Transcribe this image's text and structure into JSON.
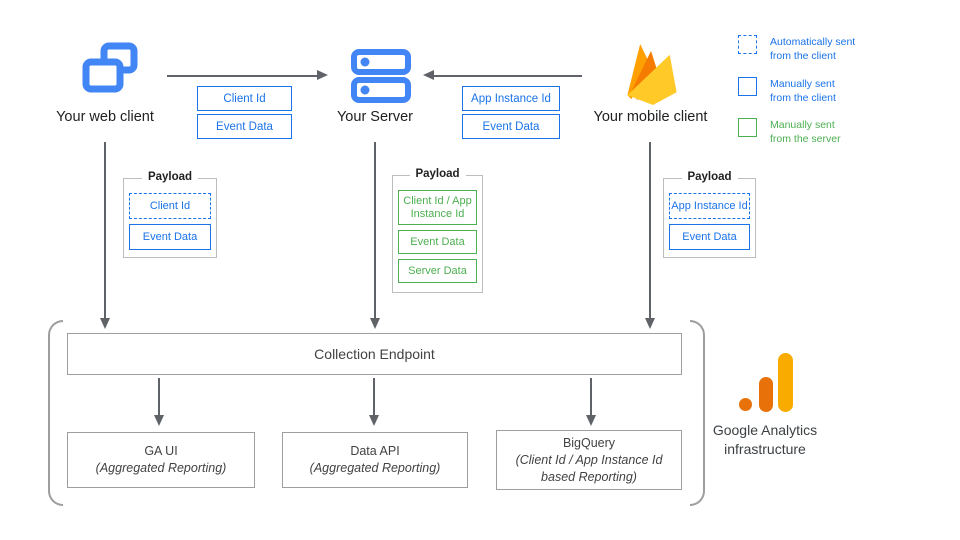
{
  "colors": {
    "icon_blue": "#4285f4",
    "box_blue": "#1a73e8",
    "box_green": "#4caf50",
    "arrow_gray": "#5f6368",
    "border_gray": "#9e9e9e",
    "ga_orange": "#e8710a",
    "ga_amber": "#f9ab00",
    "firebase_amber": "#ffa000",
    "firebase_orange": "#f57c00",
    "firebase_yellow": "#ffca28"
  },
  "nodes": {
    "web_client": {
      "label": "Your web client"
    },
    "server": {
      "label": "Your Server"
    },
    "mobile_client": {
      "label": "Your mobile client"
    }
  },
  "flows": {
    "web_to_server": {
      "items": [
        "Client Id",
        "Event Data"
      ]
    },
    "mobile_to_server": {
      "items": [
        "App Instance Id",
        "Event Data"
      ]
    }
  },
  "legend": {
    "items": [
      {
        "line1": "Automatically sent",
        "line2": "from the client",
        "style": "dashed-blue"
      },
      {
        "line1": "Manually sent",
        "line2": "from the client",
        "style": "solid-blue"
      },
      {
        "line1": "Manually sent",
        "line2": "from the server",
        "style": "solid-green"
      }
    ]
  },
  "payloads": {
    "title": "Payload",
    "web": {
      "items": [
        {
          "label": "Client Id",
          "style": "dashed-blue"
        },
        {
          "label": "Event Data",
          "style": "solid-blue"
        }
      ]
    },
    "server": {
      "items": [
        {
          "label": "Client Id / App Instance Id",
          "style": "solid-green"
        },
        {
          "label": "Event Data",
          "style": "solid-green"
        },
        {
          "label": "Server Data",
          "style": "solid-green"
        }
      ]
    },
    "mobile": {
      "items": [
        {
          "label": "App Instance Id",
          "style": "dashed-blue"
        },
        {
          "label": "Event Data",
          "style": "solid-blue"
        }
      ]
    }
  },
  "infrastructure": {
    "collection_endpoint": "Collection Endpoint",
    "outputs": [
      {
        "title": "GA UI",
        "subtitle": "(Aggregated Reporting)"
      },
      {
        "title": "Data API",
        "subtitle": "(Aggregated Reporting)"
      },
      {
        "title": "BigQuery",
        "subtitle": "(Client Id / App Instance Id based Reporting)"
      }
    ],
    "caption_line1": "Google Analytics",
    "caption_line2": "infrastructure"
  }
}
